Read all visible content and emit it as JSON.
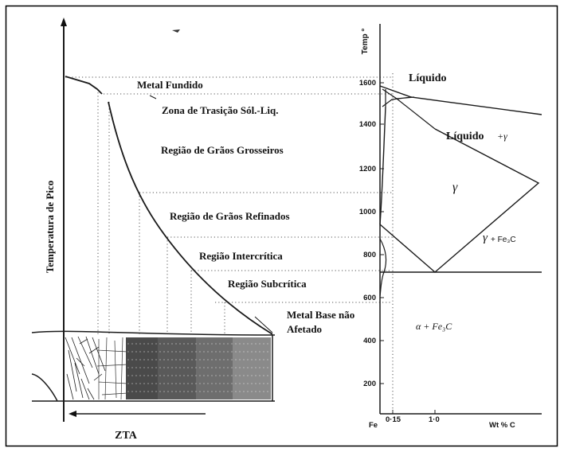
{
  "left_diagram": {
    "y_axis_label": "Temperatura de Pico",
    "zones": [
      "Metal Fundido",
      "Zona de Trasição Sól.-Liq.",
      "Região de Grãos Grosseiros",
      "Região de Grãos Refinados",
      "Região Intercrítica",
      "Região Subcrítica"
    ],
    "base_metal_label": [
      "Metal Base não",
      "Afetado"
    ],
    "haz_label": "ZTA"
  },
  "right_diagram": {
    "y_axis_label": "Temp °",
    "y_ticks": [
      "1600",
      "1400",
      "1200",
      "1000",
      "800",
      "600",
      "400",
      "200"
    ],
    "x_ticks": [
      "Fe",
      "0·15",
      "1·0",
      "Wt % C"
    ],
    "regions": {
      "liquid": "Líquido",
      "liquid_gamma": "Líquido",
      "liquid_gamma_suffix": "+γ",
      "gamma": "γ",
      "gamma_fe3c": "γ",
      "gamma_fe3c_suffix": "+ Fe₃C",
      "alpha_fe3c": "α + Fe₃C"
    }
  }
}
